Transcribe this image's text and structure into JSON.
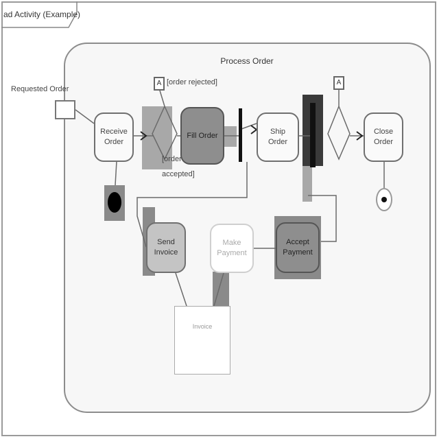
{
  "frame": {
    "title": "ad Activity (Example)"
  },
  "partition": {
    "title": "Process Order"
  },
  "object_node": {
    "label": "Requested Order"
  },
  "actions": {
    "receive_order": "Receive Order",
    "fill_order": "Fill Order",
    "ship_order": "Ship Order",
    "close_order": "Close Order",
    "send_invoice": "Send Invoice",
    "make_payment": "Make Payment",
    "accept_payment": "Accept Payment"
  },
  "guards": {
    "rejected": "[order rejected]",
    "accepted_line1": "[order",
    "accepted_line2": "accepted]"
  },
  "markers": {
    "a1": "A",
    "a2": "A"
  },
  "note": {
    "text": "Invoice"
  },
  "colors": {
    "line": "#6a6a6a",
    "action_fill": "#fafafa",
    "dark_fill": "#8e8e8e"
  }
}
